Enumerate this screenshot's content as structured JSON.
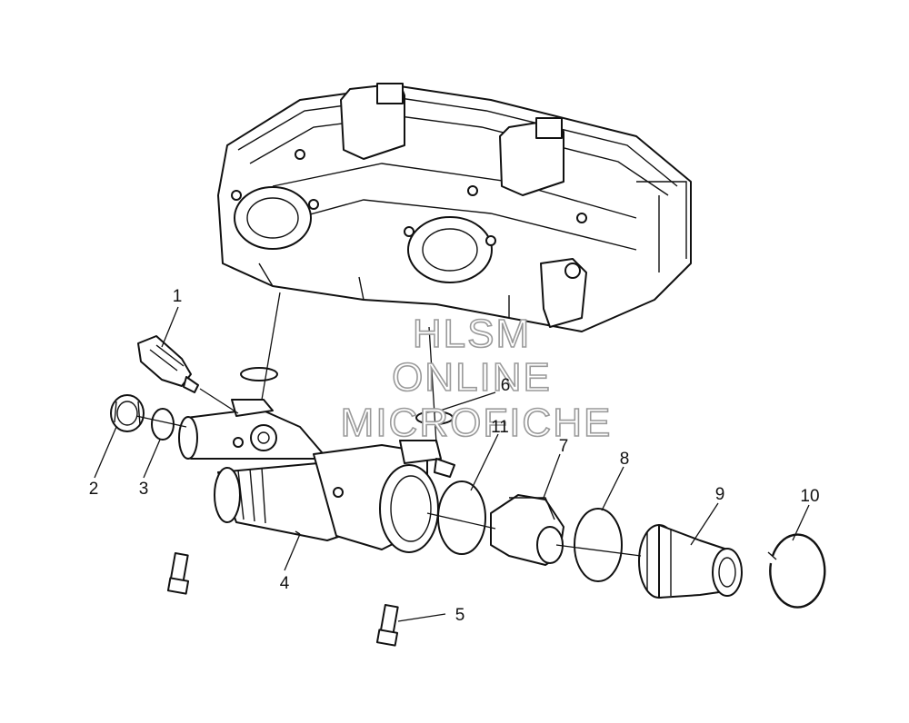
{
  "watermark": {
    "line1": "HLSM",
    "line2": "ONLINE",
    "line3": "MICROFICHE"
  },
  "callouts": [
    {
      "id": "1",
      "label": "1"
    },
    {
      "id": "2",
      "label": "2"
    },
    {
      "id": "3",
      "label": "3"
    },
    {
      "id": "4",
      "label": "4"
    },
    {
      "id": "5",
      "label": "5"
    },
    {
      "id": "6",
      "label": "6"
    },
    {
      "id": "7",
      "label": "7"
    },
    {
      "id": "8",
      "label": "8"
    },
    {
      "id": "9",
      "label": "9"
    },
    {
      "id": "10",
      "label": "10"
    },
    {
      "id": "11",
      "label": "11"
    }
  ],
  "colors": {
    "line": "#111111",
    "watermark_outline": "#9a9a9a",
    "background": "#ffffff"
  }
}
